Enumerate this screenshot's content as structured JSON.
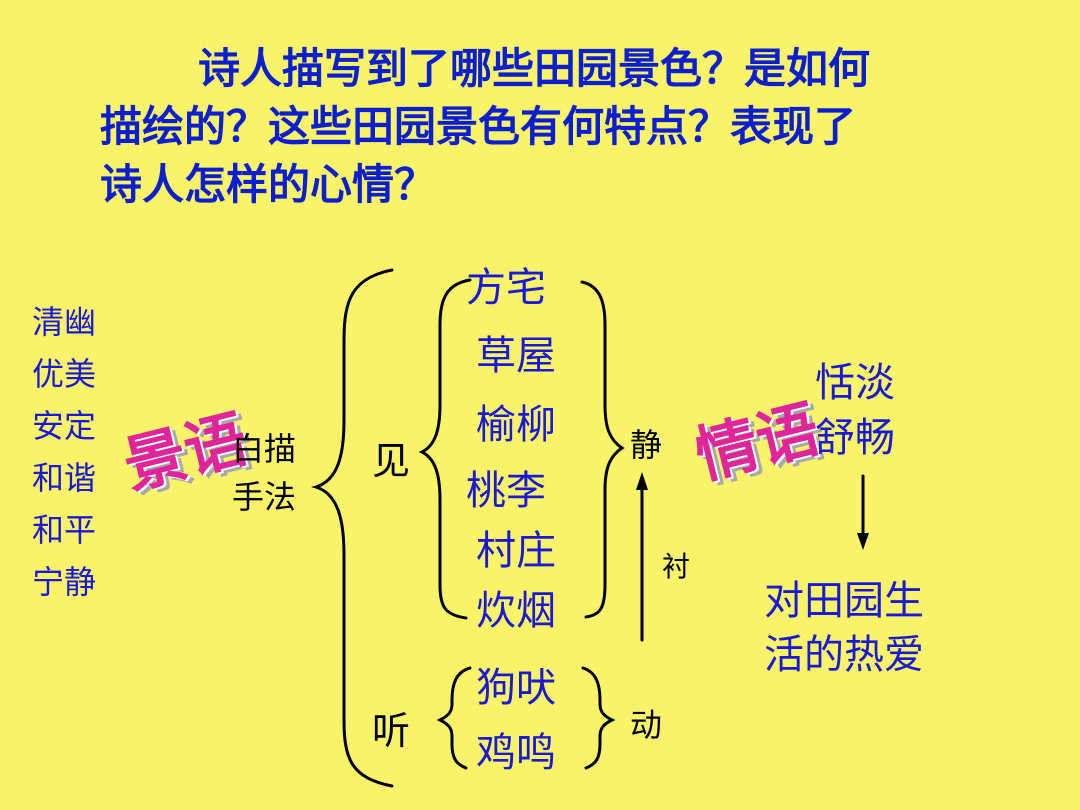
{
  "question": {
    "line1": "诗人描写到了哪些田园景色？是如何",
    "line2": "描绘的？这些田园景色有何特点？表现了",
    "line3": "诗人怎样的心情？"
  },
  "features": [
    "清幽",
    "优美",
    "安定",
    "和谐",
    "和平",
    "宁静"
  ],
  "scene_words_label": "景语",
  "technique": [
    "白描",
    "手法"
  ],
  "see_label": "见",
  "hear_label": "听",
  "seen_items": [
    "方宅",
    "草屋",
    "榆柳",
    "桃李",
    "村庄",
    "炊烟"
  ],
  "heard_items": [
    "狗吠",
    "鸡鸣"
  ],
  "quiet_label": "静",
  "contrast_label": "衬",
  "motion_label": "动",
  "emotion_words_label": "情语",
  "feelings": [
    "恬淡",
    "舒畅"
  ],
  "conclusion": [
    "对田园生",
    "活的热爱"
  ],
  "colors": {
    "background": "#f9f36a",
    "question_text": "#0b1fcf",
    "list_text": "#1a1ad6",
    "art_text": "#e0259b"
  }
}
